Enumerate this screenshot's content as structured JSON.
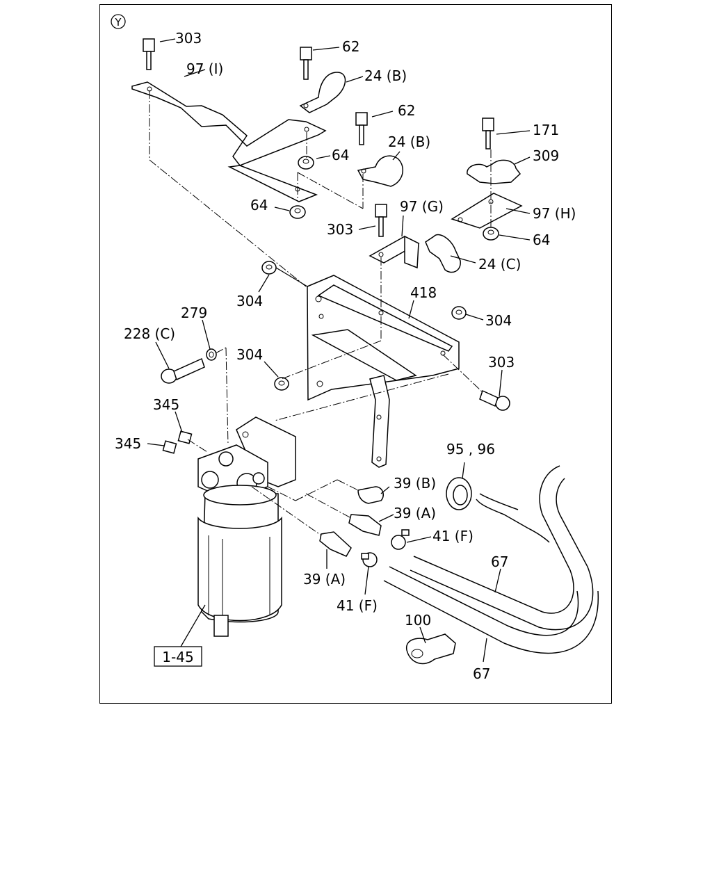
{
  "diagram": {
    "view_marker": "Y",
    "labels": {
      "l303a": "303",
      "l97i": "97 (I)",
      "l62a": "62",
      "l24b1": "24 (B)",
      "l62b": "62",
      "l24b2": "24 (B)",
      "l64a": "64",
      "l64b": "64",
      "l171": "171",
      "l309": "309",
      "l97h": "97 (H)",
      "l64c": "64",
      "l97g": "97 (G)",
      "l303b": "303",
      "l24c": "24 (C)",
      "l304a": "304",
      "l418": "418",
      "l304b": "304",
      "l279": "279",
      "l228c": "228 (C)",
      "l304c": "304",
      "l303c": "303",
      "l345a": "345",
      "l345b": "345",
      "l9596": "95 , 96",
      "l39b": "39 (B)",
      "l39a1": "39 (A)",
      "l41f1": "41 (F)",
      "l67a": "67",
      "l39a2": "39 (A)",
      "l41f2": "41 (F)",
      "l100": "100",
      "l67b": "67",
      "l145": "1-45"
    }
  }
}
